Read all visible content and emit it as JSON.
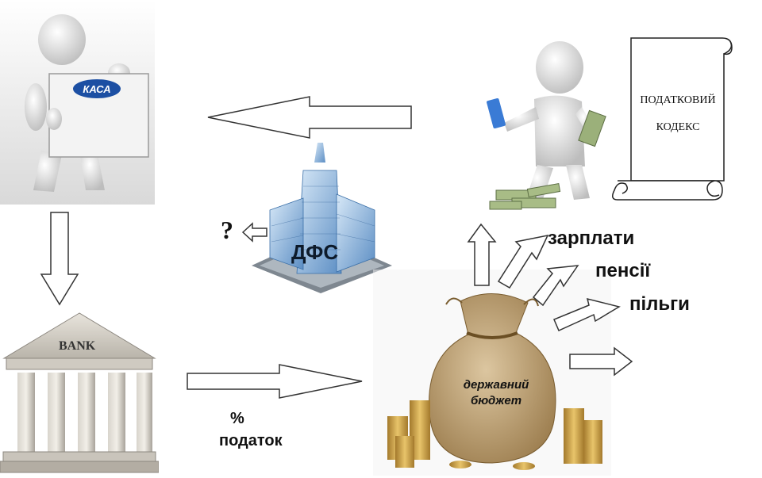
{
  "kasa": {
    "label": "КАСА"
  },
  "bank": {
    "label": "BANK"
  },
  "dfs": {
    "label": "ДФС",
    "question": "?"
  },
  "tax_code": {
    "line1": "ПОДАТКОВИЙ",
    "line2": "КОДЕКС"
  },
  "budget": {
    "line1": "державний",
    "line2": "бюджет"
  },
  "outputs": {
    "salaries": "зарплати",
    "pensions": "пенсії",
    "benefits": "пільги"
  },
  "bank_flow": {
    "percent": "%",
    "tax": "податок"
  }
}
